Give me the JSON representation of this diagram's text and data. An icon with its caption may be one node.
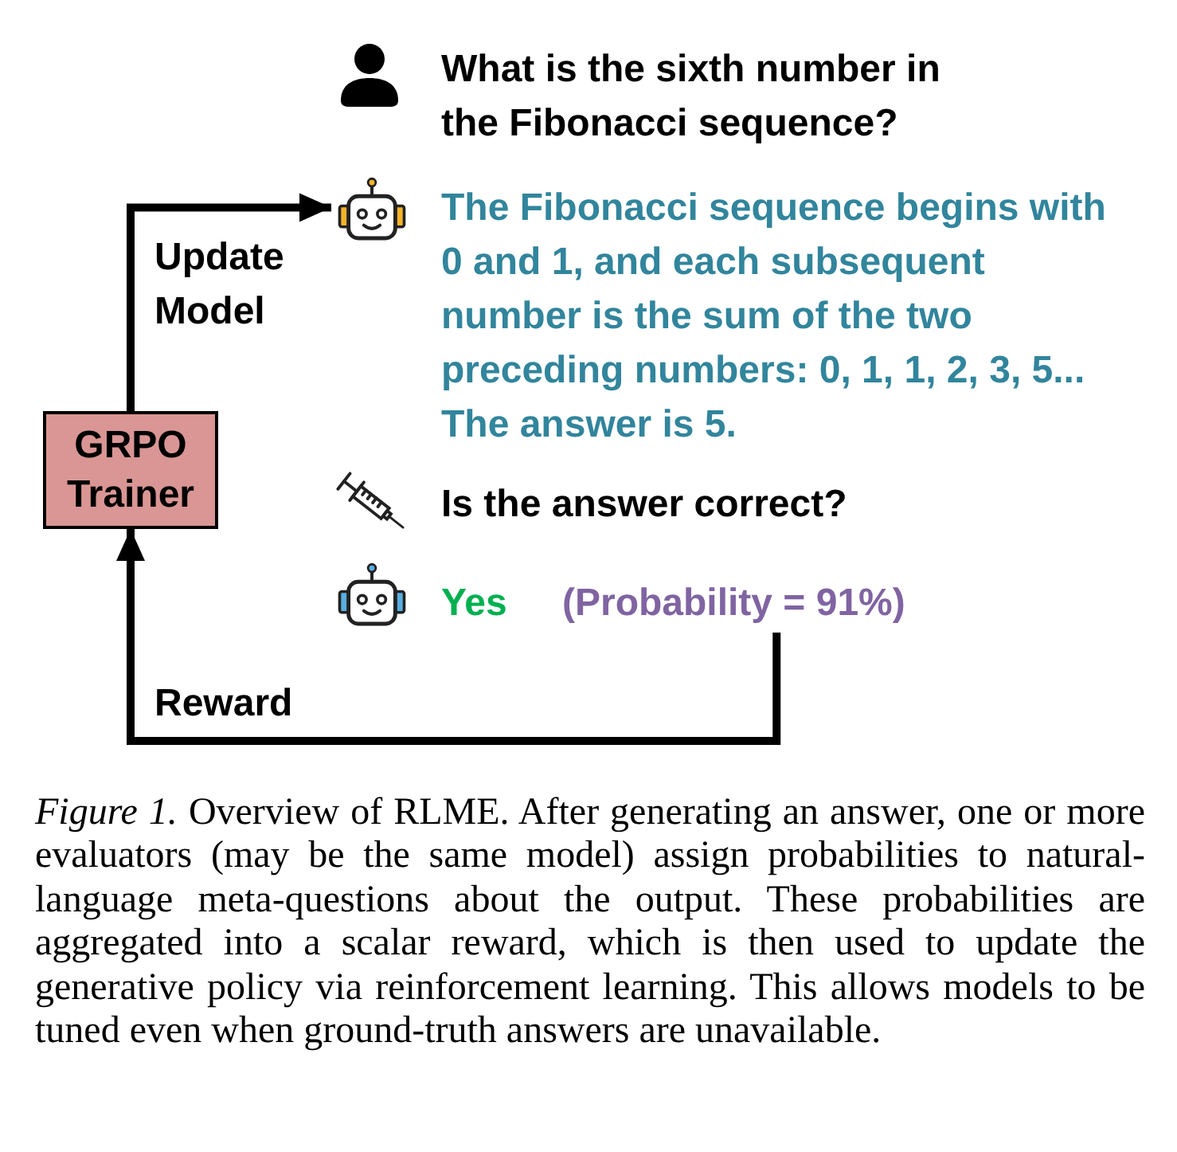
{
  "diagram": {
    "caption": "*Figure 1.* Overview of RLME. After generating an answer, one or more evaluators (may be the same model) assign probabilities to natural-language meta-questions about the output. These probabilities are aggregated into a scalar reward, which is then used to update the generative policy via reinforcement learning. This allows models to be tuned even when ground-truth answers are unavailable.",
    "nodes": [
      {
        "text": [],
        "shape": "picture"
      },
      {
        "text": [
          "GRPO Trainer"
        ]
      },
      {
        "text": [
          "(Probability = 91%)"
        ]
      }
    ],
    "edges": [
      {
        "from": 1,
        "to": 0,
        "arrow": "to",
        "label": "Update Model"
      },
      {
        "from": 2,
        "to": 1,
        "arrow": "to",
        "label": "Reward"
      }
    ],
    "labels": [
      "What is the sixth number in the Fibonacci sequence?",
      "The Fibonacci sequence begins with 0 and 1, and each subsequent number is the sum of the two preceding numbers: 0, 1, 1, 2, 3, 5... The answer is 5.",
      "Is the answer correct?",
      "Yes"
    ]
  }
}
